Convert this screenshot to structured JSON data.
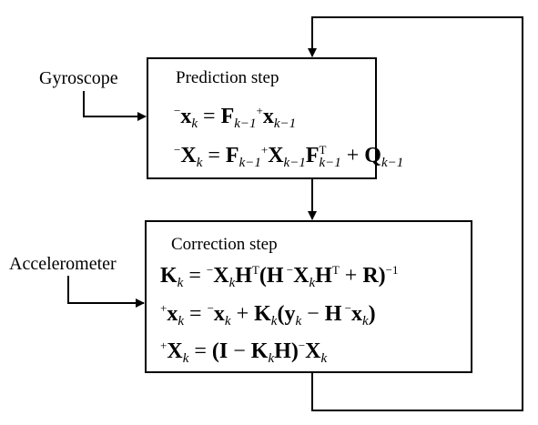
{
  "inputs": {
    "gyroscope": "Gyroscope",
    "accelerometer": "Accelerometer"
  },
  "prediction": {
    "title": "Prediction step",
    "eq1": {
      "pre_sup": "−",
      "lhs": "x",
      "lhs_sub": "k",
      "eq": " = ",
      "F": "F",
      "F_sub": "k−1",
      "mid_sup": "+",
      "rhs": "x",
      "rhs_sub": "k−1"
    },
    "eq2": {
      "pre_sup": "−",
      "lhs": "X",
      "lhs_sub": "k",
      "eq": " = ",
      "F": "F",
      "F_sub": "k−1",
      "mid_sup": "+",
      "X": "X",
      "X_sub": "k−1",
      "F2": "F",
      "F2_sub": "k−1",
      "F2_sup": "T",
      "plus": " + ",
      "Q": "Q",
      "Q_sub": "k−1"
    }
  },
  "correction": {
    "title": "Correction step",
    "eq1": {
      "K": "K",
      "K_sub": "k",
      "eq": " = ",
      "pre_sup": "−",
      "X": "X",
      "X_sub": "k",
      "H": "H",
      "H_sup": "T",
      "open": "(",
      "H2": "H",
      "pre_sup2": " −",
      "X2": "X",
      "X2_sub": "k",
      "H3": "H",
      "H3_sup": "T",
      "plus": " + ",
      "R": "R",
      "close": ")",
      "inv_sup": "−1"
    },
    "eq2": {
      "pre_sup": "+",
      "x": "x",
      "x_sub": "k",
      "eq": " = ",
      "pre_sup2": "−",
      "x2": "x",
      "x2_sub": "k",
      "plus": " + ",
      "K": "K",
      "K_sub": "k",
      "open": "(",
      "y": "y",
      "y_sub": "k",
      "minus": " − ",
      "H": "H",
      "pre_sup3": " −",
      "x3": "x",
      "x3_sub": "k",
      "close": ")"
    },
    "eq3": {
      "pre_sup": "+",
      "X": "X",
      "X_sub": "k",
      "eq": " = ",
      "open": "(",
      "I": "I",
      "minus": " − ",
      "K": "K",
      "K_sub": "k",
      "H": "H",
      "close": ")",
      "pre_sup2": "−",
      "X2": "X",
      "X2_sub": "k"
    }
  }
}
